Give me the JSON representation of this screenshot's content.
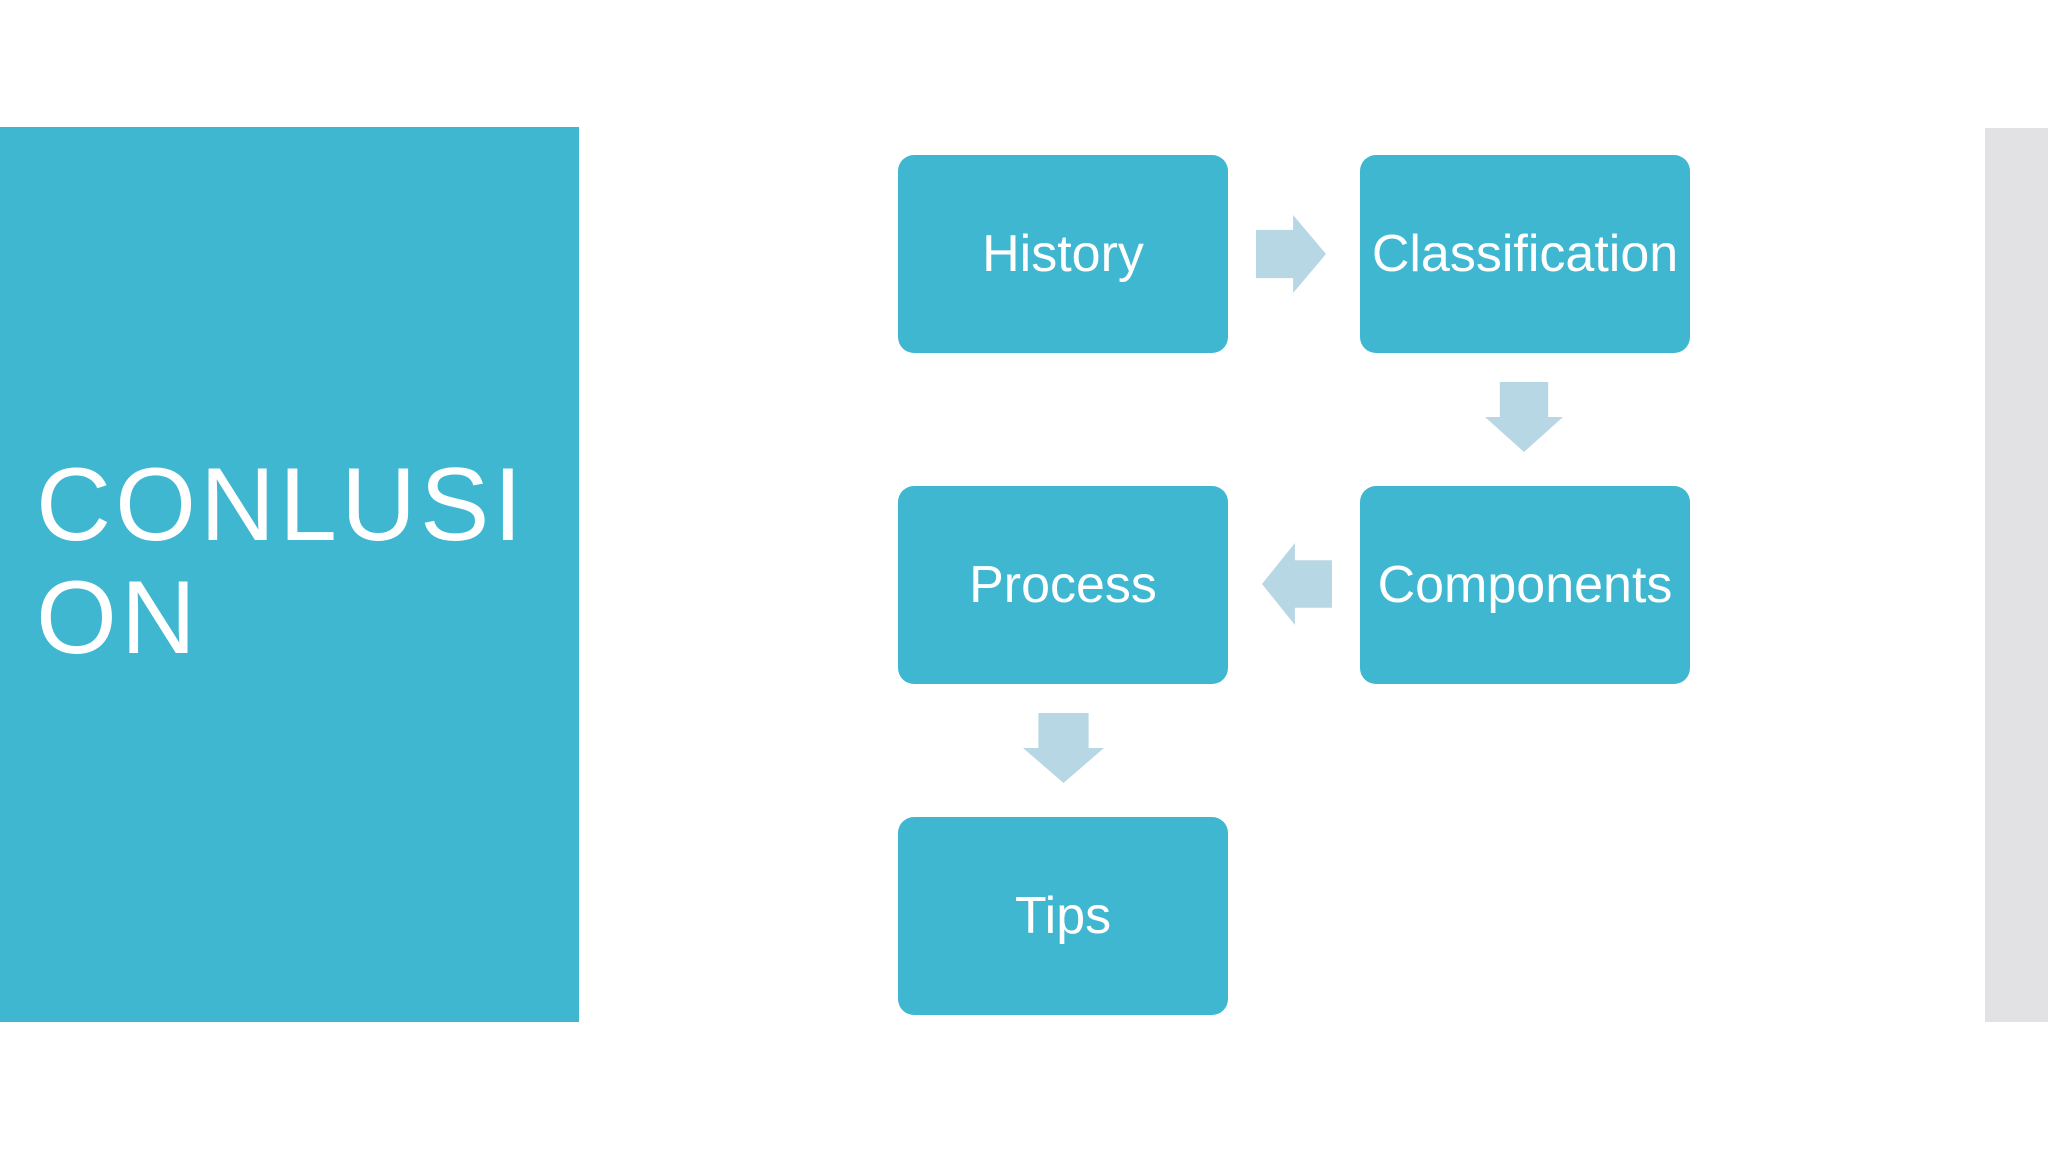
{
  "slide_title": {
    "text": "CONLUSION",
    "lines": [
      "CONLUSI",
      "ON"
    ]
  },
  "flow_diagram": {
    "nodes": [
      {
        "label": "History"
      },
      {
        "label": "Classification"
      },
      {
        "label": "Components"
      },
      {
        "label": "Process"
      },
      {
        "label": "Tips"
      }
    ],
    "arrows": [
      {
        "icon": "arrow-right-icon",
        "from": "History",
        "to": "Classification"
      },
      {
        "icon": "arrow-down-icon",
        "from": "Classification",
        "to": "Components"
      },
      {
        "icon": "arrow-left-icon",
        "from": "Components",
        "to": "Process"
      },
      {
        "icon": "arrow-down-icon",
        "from": "Process",
        "to": "Tips"
      }
    ]
  },
  "colors": {
    "accent_teal": "#3FB7D1",
    "arrow_light_blue": "#B8D7E5",
    "right_strip_gray": "#E2E1E4",
    "title_text": "#FFFFFF",
    "node_text": "#FFFFFF",
    "background": "#FFFFFF"
  }
}
